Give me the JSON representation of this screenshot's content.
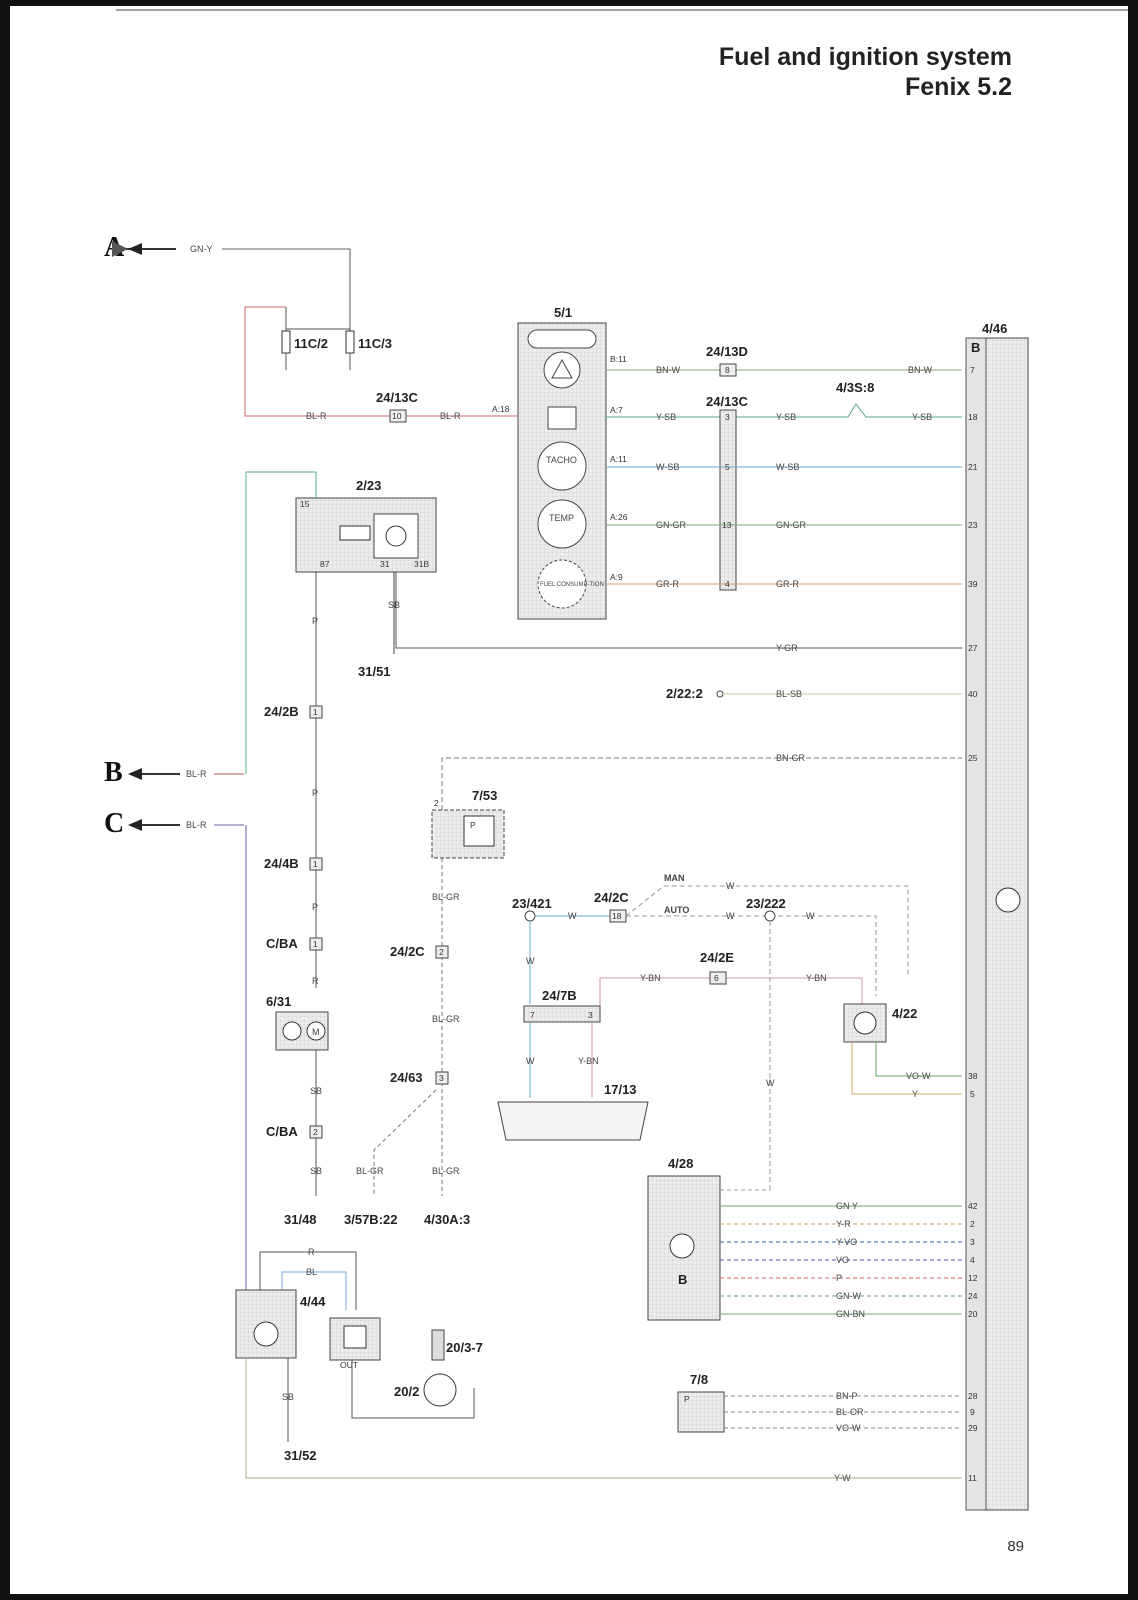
{
  "page": {
    "title": "Fuel and ignition system",
    "subtitle": "Fenix 5.2",
    "page_number": "89"
  },
  "connectors_left": {
    "A": "A",
    "B": "B",
    "C": "C"
  },
  "components": {
    "c_11C2": "11C/2",
    "c_11C3": "11C/3",
    "c_24_13C_a": "24/13C",
    "c_24_13C_b": "24/13C",
    "c_24_13D": "24/13D",
    "c_5_1": "5/1",
    "c_2_23": "2/23",
    "c_31_51": "31/51",
    "c_24_2B": "24/2B",
    "c_24_4B": "24/4B",
    "c_CBA_1": "C/BA",
    "c_CBA_2": "C/BA",
    "c_6_31": "6/31",
    "c_31_48": "31/48",
    "c_4_44": "4/44",
    "c_31_52": "31/52",
    "c_20_2": "20/2",
    "c_20_3_7": "20/3-7",
    "c_7_53": "7/53",
    "c_24_2C_a": "24/2C",
    "c_24_63": "24/63",
    "c_3_57B": "3/57B:22",
    "c_4_30A": "4/30A:3",
    "c_23_421": "23/421",
    "c_24_2C_b": "24/2C",
    "c_23_222": "23/222",
    "c_24_2E": "24/2E",
    "c_24_7B": "24/7B",
    "c_17_13": "17/13",
    "c_4_22": "4/22",
    "c_4_28": "4/28",
    "c_7_8": "7/8",
    "c_4_46": "4/46",
    "c_4_3S": "4/3S:8",
    "c_2_22": "2/22:2"
  },
  "pins": {
    "p10": "10",
    "p8": "8",
    "p3": "3",
    "p5": "5",
    "p13": "13",
    "p4": "4",
    "p1a": "1",
    "p1b": "1",
    "p1c": "1",
    "p2a": "2",
    "p2b": "2",
    "p3b": "3",
    "p18": "18",
    "p6": "6",
    "p7": "7",
    "p3c": "3",
    "A18": "A:18",
    "B11": "B:11",
    "A7": "A:7",
    "A11": "A:11",
    "A26": "A:26",
    "A9": "A:9",
    "r15": "15",
    "r87": "87",
    "r31": "31",
    "r31B": "31B",
    "B": "B",
    "B2": "B",
    "pin7": "7",
    "pin18": "18",
    "pin21": "21",
    "pin23": "23",
    "pin39": "39",
    "pin27": "27",
    "pin40": "40",
    "pin25": "25",
    "pin38": "38",
    "pin5": "5",
    "pin42": "42",
    "pin2": "2",
    "pin3": "3",
    "pin4": "4",
    "pin12": "12",
    "pin24": "24",
    "pin20": "20",
    "pin28": "28",
    "pin9": "9",
    "pin29": "29",
    "pin11": "11"
  },
  "wires": {
    "GN_Y_top": "GN-Y",
    "BL_R_1": "BL-R",
    "BL_R_2": "BL-R",
    "BN_W_1": "BN-W",
    "BN_W_2": "BN-W",
    "Y_SB_1": "Y-SB",
    "Y_SB_2": "Y-SB",
    "Y_SB_3": "Y-SB",
    "W_SB_1": "W-SB",
    "W_SB_2": "W-SB",
    "GN_GR_1": "GN-GR",
    "GN_GR_2": "GN-GR",
    "GR_R_1": "GR-R",
    "GR_R_2": "GR-R",
    "Y_GR": "Y-GR",
    "BL_SB": "BL-SB",
    "BN_GR": "BN-GR",
    "SB_1": "SB",
    "P_1": "P",
    "P_2": "P",
    "P_3": "P",
    "BL_R_B": "BL-R",
    "BL_R_C": "BL-R",
    "SB_2": "SB",
    "SB_3": "SB",
    "SB_4": "SB",
    "R_1": "R",
    "BL_1": "BL",
    "OUT": "OUT",
    "BL_GR_1": "BL-GR",
    "BL_GR_2": "BL-GR",
    "BL_GR_3": "BL-GR",
    "BL_GR_4": "BL-GR",
    "MAN": "MAN",
    "AUTO": "AUTO",
    "W_man": "W",
    "W_auto": "W",
    "W_1": "W",
    "W_2": "W",
    "W_3": "W",
    "W_4": "W",
    "W_5": "W",
    "Y_BN_1": "Y-BN",
    "Y_BN_2": "Y-BN",
    "Y_BN_3": "Y-BN",
    "VO_W": "VO-W",
    "Y_1": "Y",
    "GN_Y_2": "GN Y",
    "Y_R": "Y-R",
    "Y_VO": "Y-VO",
    "VO": "VO",
    "P_4": "P",
    "GN_W": "GN-W",
    "GN_BN": "GN-BN",
    "BN_P": "BN-P",
    "BL_OR": "BL-OR",
    "VO_W_2": "VO-W",
    "Y_W": "Y-W"
  },
  "gauges": {
    "tacho": "TACHO",
    "temp": "TEMP",
    "fuel": "FUEL CONSUMP-TION"
  },
  "symbols": {
    "motor": "M",
    "pressure_1": "P",
    "pressure_2": "P"
  }
}
